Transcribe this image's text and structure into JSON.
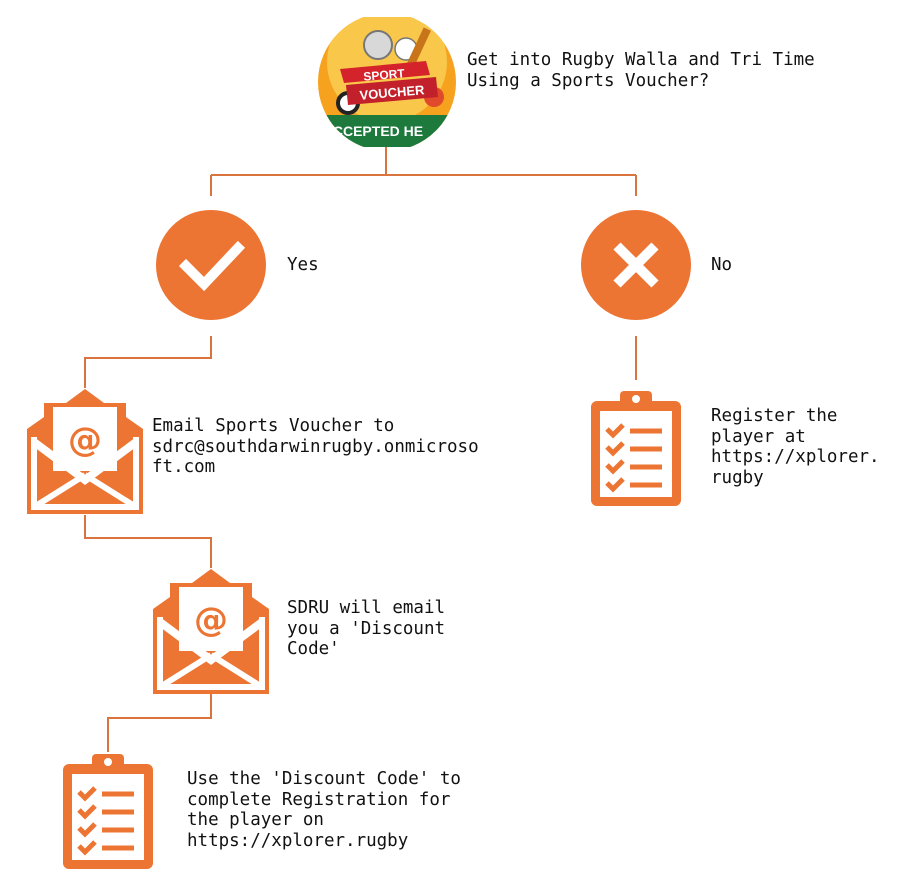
{
  "header": {
    "question": "Get into Rugby Walla and Tri Time\nUsing a Sports Voucher?",
    "logo_text": {
      "top": "SPORT",
      "bottom": "VOUCHER",
      "banner": "CCEPTED HE"
    }
  },
  "branches": {
    "yes": {
      "label": "Yes",
      "icon": "checkmark-icon",
      "steps": [
        {
          "icon": "email-envelope-icon",
          "text": "Email Sports Voucher to\nsdrc@southdarwinrugby.onmicroso\nft.com"
        },
        {
          "icon": "email-envelope-icon",
          "text": "SDRU will email\nyou a 'Discount\nCode'"
        },
        {
          "icon": "clipboard-checklist-icon",
          "text": "Use the 'Discount Code' to\ncomplete Registration for\nthe player on\nhttps://xplorer.rugby"
        }
      ]
    },
    "no": {
      "label": "No",
      "icon": "cross-icon",
      "steps": [
        {
          "icon": "clipboard-checklist-icon",
          "text": "Register the\nplayer at\nhttps://xplorer.\nrugby"
        }
      ]
    }
  },
  "colors": {
    "accent": "#ED7533",
    "connector": "#D9743F",
    "logo_green": "#1E7A3C",
    "logo_red": "#D4232B",
    "logo_yellow": "#F6A21E"
  }
}
